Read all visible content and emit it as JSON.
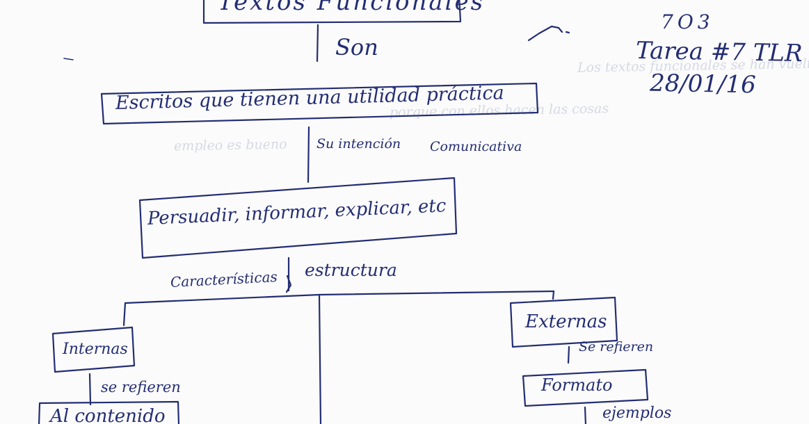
{
  "header": {
    "group": "7O3",
    "task": "Tarea #7 TLR",
    "date": "28/01/16"
  },
  "map": {
    "title": "Textos Funcionales",
    "link_son": "Son",
    "definition": "Escritos que tienen una utilidad práctica",
    "link_intention_a": "Su intención",
    "link_intention_b": "Comunicativa",
    "purposes": "Persuadir, informar, explicar, etc",
    "link_characteristics": "Características",
    "link_structure": "estructura",
    "internal": "Internas",
    "internal_link": "se refieren",
    "internal_target": "Al contenido",
    "external": "Externas",
    "external_link": "Se refieren",
    "external_target": "Formato",
    "examples_link": "ejemplos"
  },
  "bleed_through": {
    "line1": "Los textos funcionales se han vuelto de mucha utilidad",
    "line2": "porque con ellos hacen las cosas",
    "line3": "empleo es bueno"
  },
  "colors": {
    "ink": "#232d73",
    "paper": "#fbfbfb"
  }
}
